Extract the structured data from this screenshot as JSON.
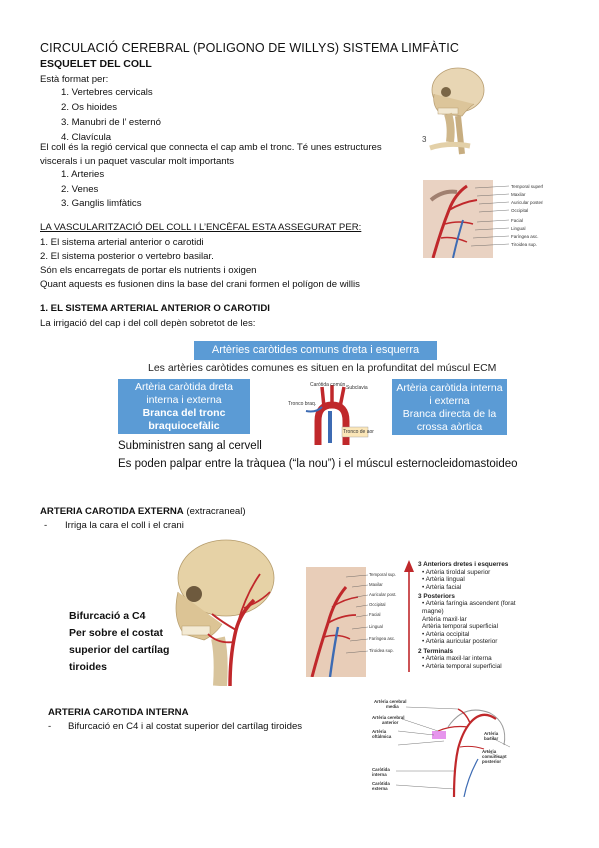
{
  "title": "CIRCULACIÓ CEREBRAL (POLIGONO DE WILLYS) SISTEMA LIMFÀTIC",
  "esquelet": {
    "heading": "ESQUELET DEL COLL",
    "intro": "Està format per:",
    "items": [
      "1. Vertebres cervicals",
      "2. Os hioides",
      "3. Manubri de l’ esternó",
      "4. Clavícula"
    ]
  },
  "coll": {
    "line1": "El coll és la regió cervical que connecta el cap amb el tronc. Té unes estructures",
    "line2": "viscerals i un paquet vascular molt importants",
    "items": [
      "1. Arteries",
      "2. Venes",
      "3. Ganglis limfàtics"
    ]
  },
  "vasc": {
    "heading": "LA VASCULARITZACIÓ DEL COLL I L’ENCÈFAL ESTA ASSEGURAT PER:",
    "lines": [
      "1. El sistema arterial anterior o carotidi",
      "2. El sistema posterior o vertebro basilar.",
      "Són els encarregats de portar els nutrients i oxigen",
      "Quant aquests es fusionen dins la base del crani formen el polígon de willis"
    ]
  },
  "sec1": {
    "heading": "1. EL SISTEMA ARTERIAL ANTERIOR O CAROTIDI",
    "text": "La irrigació del cap i del coll depèn sobretot de les:"
  },
  "diagram": {
    "top_box": "Artèries caròtides comuns dreta i esquerra",
    "subtitle": "Les artèries caròtides comunes es situen en la profunditat del múscul ECM",
    "left_box_l1": "Artèria caròtida dreta",
    "left_box_l2": "interna i externa",
    "left_box_l3": "Branca del tronc",
    "left_box_l4": "braquiocefàlic",
    "right_box_l1": "Artèria caròtida interna",
    "right_box_l2": "i externa",
    "right_box_l3": "Branca directa de la",
    "right_box_l4": "crossa aòrtica",
    "caption1": "Subministren sang al cervell",
    "caption2": "Es poden palpar entre la tràquea (“la nou”) i el múscul esternocleidomastoideo"
  },
  "externa": {
    "heading": "ARTERIA CAROTIDA EXTERNA",
    "heading_suffix": "(extracraneal)",
    "bullet": "Irriga la cara el coll i el crani",
    "callout_l1": "Bifurcació a C4",
    "callout_l2": "Per sobre el costat",
    "callout_l3": "superior del cartílag",
    "callout_l4": "tiroides",
    "branches": [
      {
        "text": "3 Anteriors dretes i esquerres",
        "bold": true
      },
      {
        "text": "• Artèria tiroïdal superior",
        "bold": false
      },
      {
        "text": "• Artèria lingual",
        "bold": false
      },
      {
        "text": "• Artèria facial",
        "bold": false
      },
      {
        "text": "3 Posteriors",
        "bold": true
      },
      {
        "text": "• Artèria faríngia ascendent (forat",
        "bold": false
      },
      {
        "text": "   magne)",
        "bold": false
      },
      {
        "text": "              Artèria maxil·lar",
        "bold": false
      },
      {
        "text": "           Artèria temporal superficial",
        "bold": false
      },
      {
        "text": "• Artèria occipital",
        "bold": false
      },
      {
        "text": "• Artèria auricular posterior",
        "bold": false
      },
      {
        "text": "2 Terminals",
        "bold": true
      },
      {
        "text": "• Artèria maxil·lar interna",
        "bold": false
      },
      {
        "text": "• Artèria temporal superficial",
        "bold": false
      }
    ]
  },
  "interna": {
    "heading": "ARTERIA CAROTIDA INTERNA",
    "bullet": "Bifurcació en C4 i al costat superior del cartílag tiroides"
  },
  "colors": {
    "blue_box": "#5b9bd5",
    "artery_red": "#c0282b",
    "bone": "#e8d6b4"
  }
}
